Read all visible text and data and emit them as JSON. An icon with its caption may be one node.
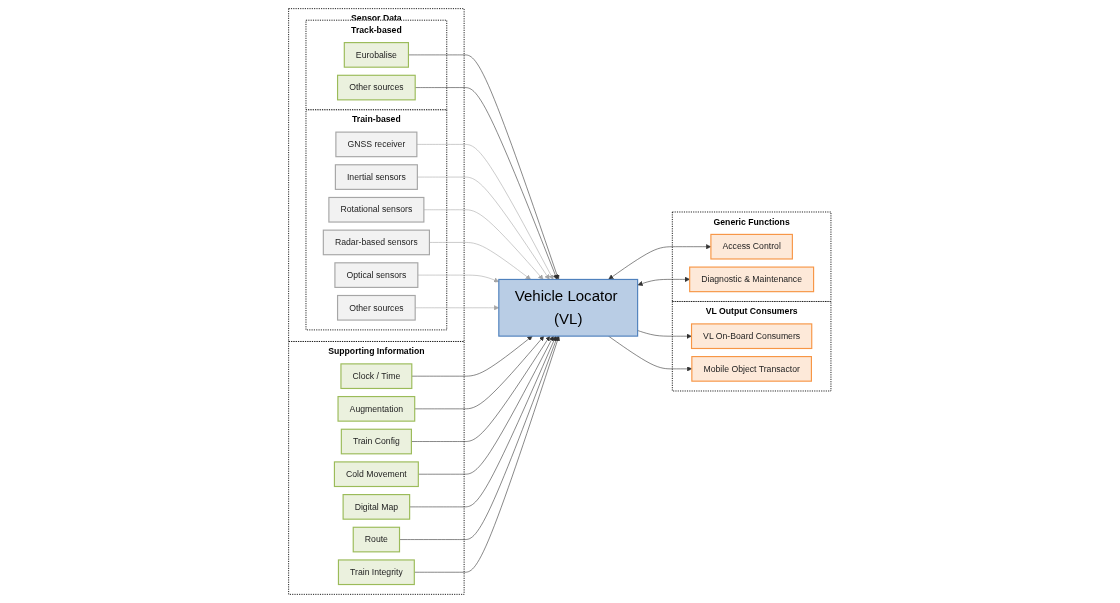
{
  "diagram": {
    "nodes": [
      {
        "text": [
          "Sensor Data"
        ]
      },
      {
        "text": [
          "Track-based"
        ],
        "in": 0
      },
      {
        "text": [
          "Eurobalise"
        ],
        "in": 1
      },
      {
        "text": [
          "Other sources"
        ],
        "in": 1
      },
      {
        "text": [
          "Train-based"
        ],
        "in": 0
      },
      {
        "text": [
          "GNSS receiver"
        ],
        "in": 4
      },
      {
        "text": [
          "Inertial sensors"
        ],
        "in": 4
      },
      {
        "text": [
          "Rotational sensors"
        ],
        "in": 4
      },
      {
        "text": [
          "Radar-based sensors"
        ],
        "in": 4
      },
      {
        "text": [
          "Optical sensors"
        ],
        "in": 4
      },
      {
        "text": [
          "Other sources"
        ],
        "in": 4
      },
      {
        "text": [
          "Vehicle Locator (VL)"
        ]
      },
      {
        "text": [
          "VL Output Consumers"
        ]
      },
      {
        "text": [
          "VL On-Board Consumers"
        ],
        "in": 12
      },
      {
        "text": [
          "Mobile Object Transactor"
        ],
        "in": 12
      },
      {
        "text": [
          "Generic Functions"
        ]
      },
      {
        "text": [
          "Access Control"
        ],
        "in": 15
      },
      {
        "text": [
          "Diagnostic & Maintenance"
        ],
        "in": 15
      },
      {
        "text": [
          "Supporting Information"
        ]
      },
      {
        "text": [
          "Clock / Time"
        ],
        "in": 18
      },
      {
        "text": [
          "Augmentation"
        ],
        "in": 18
      },
      {
        "text": [
          "Train Config"
        ],
        "in": 18
      },
      {
        "text": [
          "Cold Movement"
        ],
        "in": 18
      },
      {
        "text": [
          "Digital Map"
        ],
        "in": 18
      },
      {
        "text": [
          "Route"
        ],
        "in": 18
      },
      {
        "text": [
          "Train Integrity"
        ],
        "in": 18
      }
    ],
    "edges": [
      {
        "from": 2,
        "to": 11,
        "arrow": "to"
      },
      {
        "from": 3,
        "to": 11,
        "arrow": "to"
      },
      {
        "from": 5,
        "to": 11,
        "arrow": "to",
        "color": "#a6a6a6"
      },
      {
        "from": 6,
        "to": 11,
        "arrow": "to",
        "color": "#a6a6a6"
      },
      {
        "from": 7,
        "to": 11,
        "arrow": "to",
        "color": "#a6a6a6"
      },
      {
        "from": 8,
        "to": 11,
        "arrow": "to",
        "color": "#a6a6a6"
      },
      {
        "from": 9,
        "to": 11,
        "arrow": "to",
        "color": "#a6a6a6"
      },
      {
        "from": 10,
        "to": 11,
        "arrow": "to",
        "color": "#a6a6a6"
      },
      {
        "from": 11,
        "to": 13,
        "arrow": "to"
      },
      {
        "from": 11,
        "to": 14,
        "arrow": "to"
      },
      {
        "from": 11,
        "to": 16,
        "arrow": "both"
      },
      {
        "from": 11,
        "to": 17,
        "arrow": "both"
      },
      {
        "from": 19,
        "to": 11,
        "arrow": "to"
      },
      {
        "from": 20,
        "to": 11,
        "arrow": "to"
      },
      {
        "from": 21,
        "to": 11,
        "arrow": "to"
      },
      {
        "from": 22,
        "to": 11,
        "arrow": "to"
      },
      {
        "from": 23,
        "to": 11,
        "arrow": "to"
      },
      {
        "from": 24,
        "to": 11,
        "arrow": "to"
      },
      {
        "from": 25,
        "to": 11,
        "arrow": "to"
      }
    ]
  }
}
